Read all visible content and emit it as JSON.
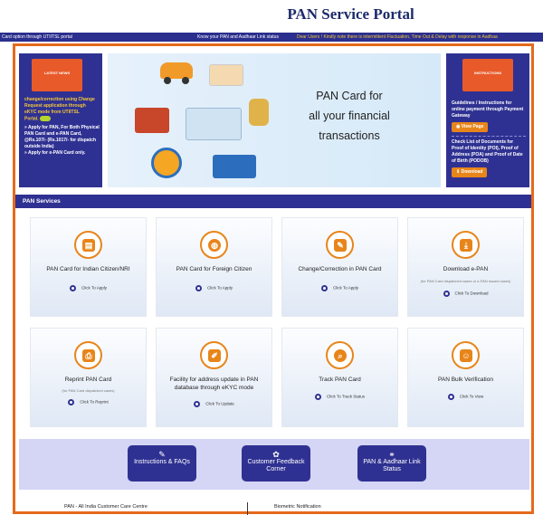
{
  "header": {
    "title": "PAN Service Portal"
  },
  "ticker": {
    "items": [
      "Card option through UTIITSL portal",
      "Know your PAN and Aadhaar Link status",
      "Dear Users ! Kindly note there is intermittent Fluctuation, Time Out & Delay with response in Aadhaa"
    ]
  },
  "left_panel": {
    "badge": "LATEST NEWS",
    "lines": [
      "change/correction using Change",
      "Request application through",
      "eKYC mode from UTIITSL",
      "Portal."
    ],
    "bullet1": "» Apply for PAN, For Both Physical PAN Card and e-PAN Card, @Rs.107/- (Rs.1017/- for dispatch outside India)",
    "bullet2": "» Apply for e-PAN Card only."
  },
  "banner": {
    "line1": "PAN Card for",
    "line2": "all your financial",
    "line3": "transactions"
  },
  "right_panel": {
    "badge": "INSTRUCTIONS",
    "guideline": "Guidelines / Instructions for online payment through Payment Gateway",
    "view_btn": "View Page",
    "checklist": "Check List of Documents for Proof of Identity (POI), Proof of Address (POA) and Proof of Date of Birth (PODOB)",
    "download_btn": "Download"
  },
  "services": {
    "heading": "PAN Services",
    "cards": [
      {
        "title": "PAN Card for Indian Citizen/NRI",
        "sub": "",
        "action": "Click To Apply",
        "icon": "id-card-icon"
      },
      {
        "title": "PAN Card for Foreign Citizen",
        "sub": "",
        "action": "Click To Apply",
        "icon": "globe-icon"
      },
      {
        "title": "Change/Correction in PAN Card",
        "sub": "",
        "action": "Click To Apply",
        "icon": "edit-icon"
      },
      {
        "title": "Download e-PAN",
        "sub": "(for PAN Card dispatched cases or e-PAN issued cases)",
        "action": "Click To Download",
        "icon": "download-icon"
      },
      {
        "title": "Reprint PAN Card",
        "sub": "(for PAN Card dispatched cases)",
        "action": "Click To Reprint",
        "icon": "printer-icon"
      },
      {
        "title": "Facility for address update in PAN database through eKYC mode",
        "sub": "",
        "action": "Click To Update",
        "icon": "pencil-square-icon"
      },
      {
        "title": "Track PAN Card",
        "sub": "",
        "action": "Click To Track Status",
        "icon": "search-icon"
      },
      {
        "title": "PAN Bulk Verification",
        "sub": "",
        "action": "Click To View",
        "icon": "users-icon"
      }
    ]
  },
  "quick_links": [
    {
      "label": "Instructions & FAQs",
      "icon": "edit-icon"
    },
    {
      "label": "Customer Feedback Corner",
      "icon": "paw-icon"
    },
    {
      "label": "PAN & Aadhaar Link Status",
      "icon": "link-icon"
    }
  ],
  "footer": {
    "left": "PAN - All India Customer Care Centre",
    "right": "Biometric Notification"
  }
}
